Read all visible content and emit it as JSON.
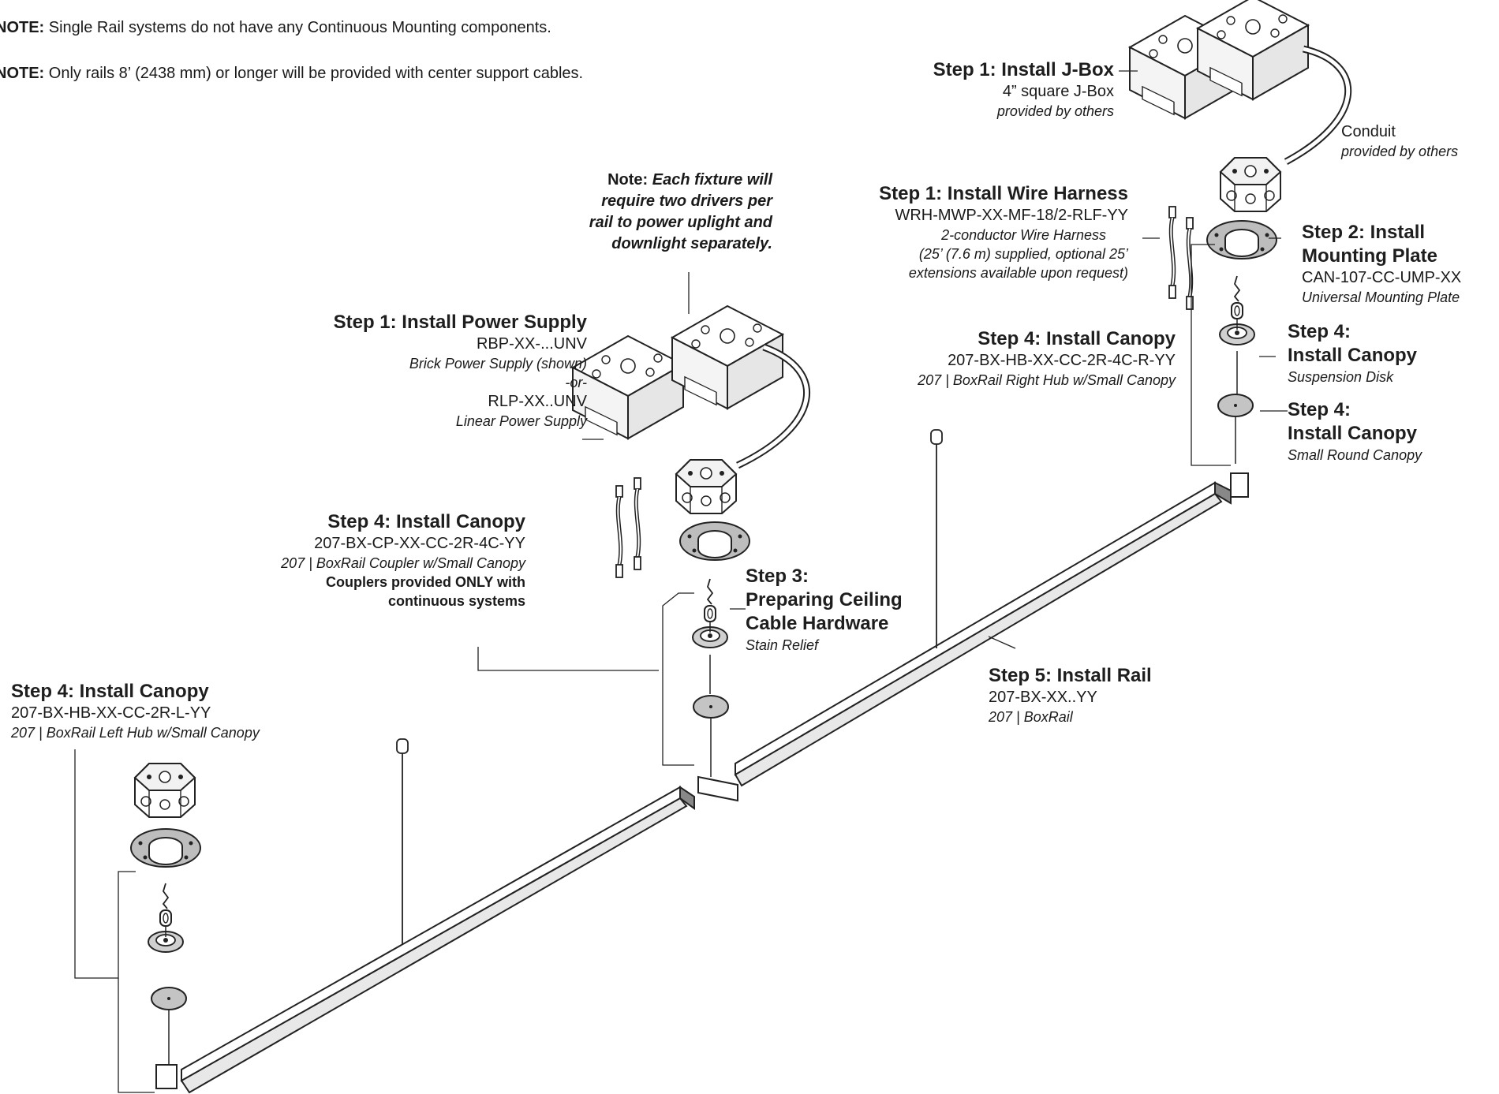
{
  "notes": [
    {
      "prefix": "NOTE:",
      "text": " Single Rail systems do not have any Continuous Mounting components."
    },
    {
      "prefix": "NOTE:",
      "text": " Only rails 8’ (2438 mm) or longer will be provided with center support cables."
    }
  ],
  "driver_note": {
    "prefix": "Note: ",
    "lines": [
      "Each fixture will",
      "require two drivers per",
      "rail to power uplight and",
      "downlight separately."
    ]
  },
  "power_supply": {
    "title": "Step 1: Install Power Supply",
    "part1": "RBP-XX-...UNV",
    "desc1": "Brick Power Supply (shown)",
    "or": "-or-",
    "part2": "RLP-XX..UNV",
    "desc2": "Linear Power Supply"
  },
  "jbox": {
    "title": "Step 1: Install J-Box",
    "desc": "4” square J-Box",
    "note": "provided by others"
  },
  "conduit": {
    "title": "Conduit",
    "note": "provided by others"
  },
  "wire_harness": {
    "title": "Step 1: Install Wire Harness",
    "part": "WRH-MWP-XX-MF-18/2-RLF-YY",
    "desc": "2-conductor Wire Harness",
    "note1": "(25’ (7.6 m) supplied, optional 25’",
    "note2": "extensions available upon request)"
  },
  "mounting_plate": {
    "title1": "Step 2: Install",
    "title2": "Mounting Plate",
    "part": "CAN-107-CC-UMP-XX",
    "desc": "Universal Mounting Plate"
  },
  "canopy_right": {
    "title": "Step 4: Install Canopy",
    "part": "207-BX-HB-XX-CC-2R-4C-R-YY",
    "desc": "207 | BoxRail Right Hub w/Small Canopy"
  },
  "suspension_disk": {
    "title1": "Step 4:",
    "title2": "Install Canopy",
    "desc": "Suspension Disk"
  },
  "round_canopy": {
    "title1": "Step 4:",
    "title2": "Install Canopy",
    "desc": "Small Round Canopy"
  },
  "coupler": {
    "title": "Step 4: Install Canopy",
    "part": "207-BX-CP-XX-CC-2R-4C-YY",
    "desc": "207 | BoxRail Coupler w/Small Canopy",
    "note1": "Couplers provided ONLY with",
    "note2": "continuous systems"
  },
  "cable_hw": {
    "title1": "Step 3:",
    "title2": "Preparing Ceiling",
    "title3": "Cable Hardware",
    "desc": "Stain Relief"
  },
  "rail": {
    "title": "Step 5: Install Rail",
    "part": "207-BX-XX..YY",
    "desc": "207 | BoxRail"
  },
  "canopy_left": {
    "title": "Step 4: Install Canopy",
    "part": "207-BX-HB-XX-CC-2R-L-YY",
    "desc": "207 | BoxRail Left Hub w/Small Canopy"
  }
}
